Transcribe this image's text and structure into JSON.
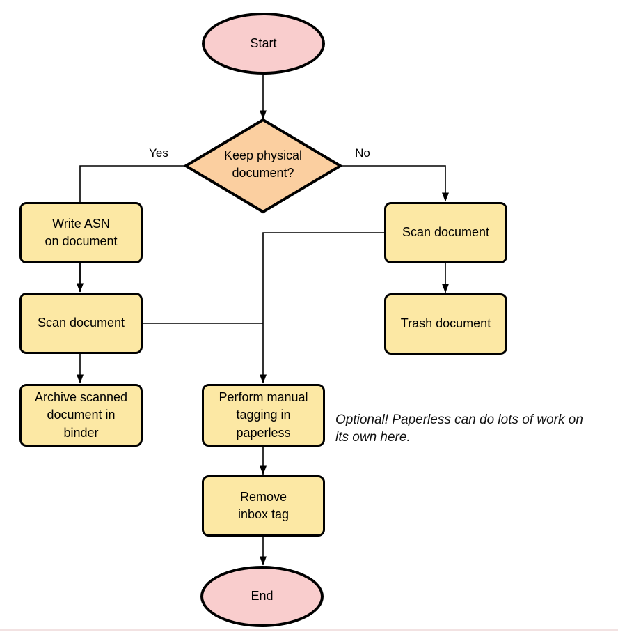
{
  "diagram": {
    "type": "flowchart",
    "colors": {
      "terminal_fill": "#F9CDCD",
      "decision_fill": "#FBCFA0",
      "process_fill": "#FCE8A4",
      "border": "#000000",
      "connector": "#000000",
      "divider": "#F2E2E2"
    },
    "nodes": {
      "start": {
        "type": "terminal",
        "label": "Start"
      },
      "decision": {
        "type": "decision",
        "label": "Keep physical\ndocument?"
      },
      "write_asn": {
        "type": "process",
        "label": "Write ASN\non document"
      },
      "scan_left": {
        "type": "process",
        "label": "Scan document"
      },
      "archive": {
        "type": "process",
        "label": "Archive scanned\ndocument in\nbinder"
      },
      "scan_right": {
        "type": "process",
        "label": "Scan document"
      },
      "trash": {
        "type": "process",
        "label": "Trash document"
      },
      "tagging": {
        "type": "process",
        "label": "Perform manual\ntagging in\npaperless"
      },
      "remove_inbox": {
        "type": "process",
        "label": "Remove\ninbox tag"
      },
      "end": {
        "type": "terminal",
        "label": "End"
      }
    },
    "edge_labels": {
      "yes": "Yes",
      "no": "No"
    },
    "note": "Optional! Paperless can do lots of work on\nits own here.",
    "edges": [
      {
        "from": "start",
        "to": "decision"
      },
      {
        "from": "decision",
        "to": "write_asn",
        "label": "Yes"
      },
      {
        "from": "decision",
        "to": "scan_right",
        "label": "No"
      },
      {
        "from": "write_asn",
        "to": "scan_left"
      },
      {
        "from": "scan_left",
        "to": "archive"
      },
      {
        "from": "scan_right",
        "to": "trash"
      },
      {
        "from": "scan_left",
        "to": "tagging"
      },
      {
        "from": "scan_right",
        "to": "tagging"
      },
      {
        "from": "tagging",
        "to": "remove_inbox"
      },
      {
        "from": "remove_inbox",
        "to": "end"
      }
    ]
  }
}
